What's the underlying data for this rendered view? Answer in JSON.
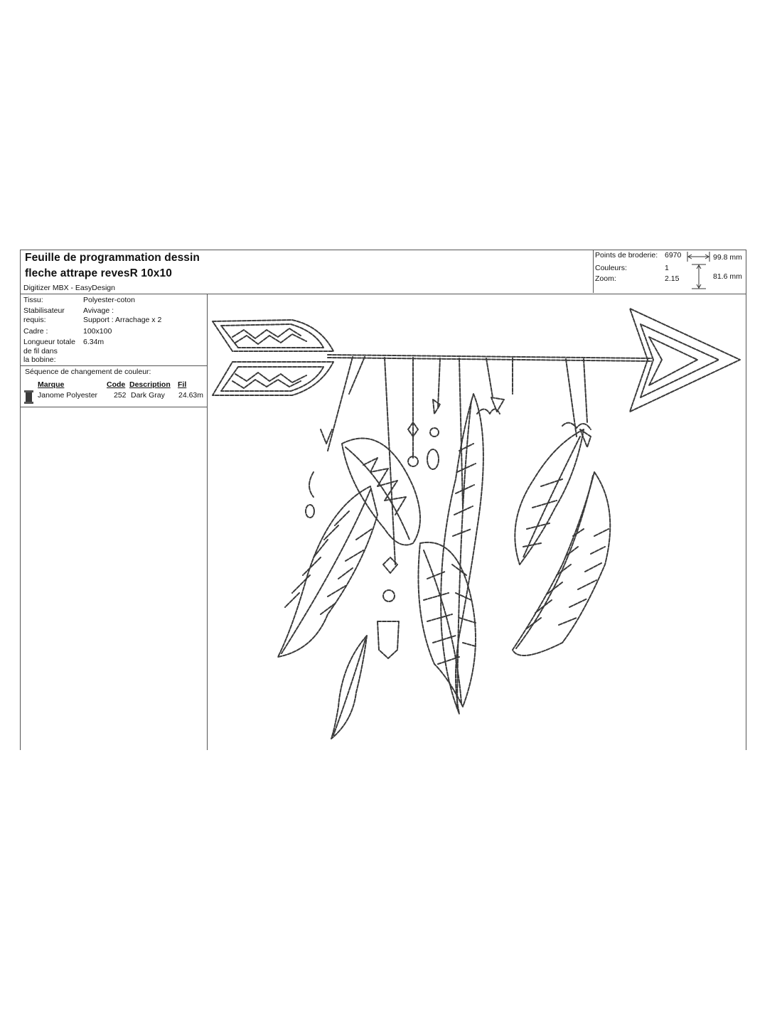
{
  "header": {
    "title_line1": "Feuille de programmation dessin",
    "title_line2": "fleche attrape revesR 10x10",
    "software": "Digitizer MBX - EasyDesign"
  },
  "stats": {
    "points_label": "Points de broderie:",
    "points_value": "6970",
    "colors_label": "Couleurs:",
    "colors_value": "1",
    "zoom_label": "Zoom:",
    "zoom_value": "2.15",
    "width": "99.8 mm",
    "height": "81.6 mm"
  },
  "info": {
    "tissu_label": "Tissu:",
    "tissu_value": "Polyester-coton",
    "stab_label_1": "Stabilisateur",
    "stab_label_2": "requis:",
    "stab_value_1": "Avivage :",
    "stab_value_2": "Support : Arrachage x 2",
    "cadre_label": "Cadre :",
    "cadre_value": "100x100",
    "longueur_label_1": "Longueur totale",
    "longueur_label_2": "de fil dans",
    "longueur_label_3": "la bobine:",
    "longueur_value": "6.34m"
  },
  "sequence": {
    "title": "Séquence de changement de couleur:",
    "headers": {
      "marque": "Marque",
      "code": "Code",
      "description": "Description",
      "fil": "Fil"
    },
    "rows": [
      {
        "marque": "Janome Polyester",
        "code": "252",
        "description": "Dark Gray",
        "fil": "24.63m",
        "swatch": "#3a3a3a"
      }
    ]
  },
  "design": {
    "subject": "arrow with hanging dreamcatcher feathers",
    "thread_color": "#3a3a3a"
  }
}
